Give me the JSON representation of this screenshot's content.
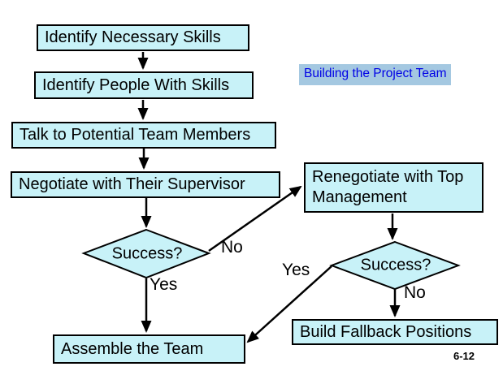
{
  "slide": {
    "title": "Building the Project Team",
    "page_number": "6-12"
  },
  "flowchart": {
    "boxes": [
      {
        "id": "identify-skills",
        "label": "Identify Necessary Skills"
      },
      {
        "id": "identify-people",
        "label": "Identify People With Skills"
      },
      {
        "id": "talk-members",
        "label": "Talk to Potential Team Members"
      },
      {
        "id": "negotiate-supervisor",
        "label": "Negotiate with Their Supervisor"
      },
      {
        "id": "renegotiate-top",
        "label": "Renegotiate with Top Management"
      },
      {
        "id": "assemble-team",
        "label": "Assemble the Team"
      },
      {
        "id": "build-fallback",
        "label": "Build Fallback Positions"
      }
    ],
    "decisions": [
      {
        "id": "success-1",
        "label": "Success?"
      },
      {
        "id": "success-2",
        "label": "Success?"
      }
    ],
    "edge_labels": [
      {
        "id": "no-1",
        "label": "No"
      },
      {
        "id": "yes-1",
        "label": "Yes"
      },
      {
        "id": "yes-2",
        "label": "Yes"
      },
      {
        "id": "no-2",
        "label": "No"
      }
    ],
    "colors": {
      "box_fill": "#c8f2f8",
      "box_border": "#000000",
      "title_highlight": "#a4c8e1",
      "title_text": "#0000e6"
    }
  }
}
